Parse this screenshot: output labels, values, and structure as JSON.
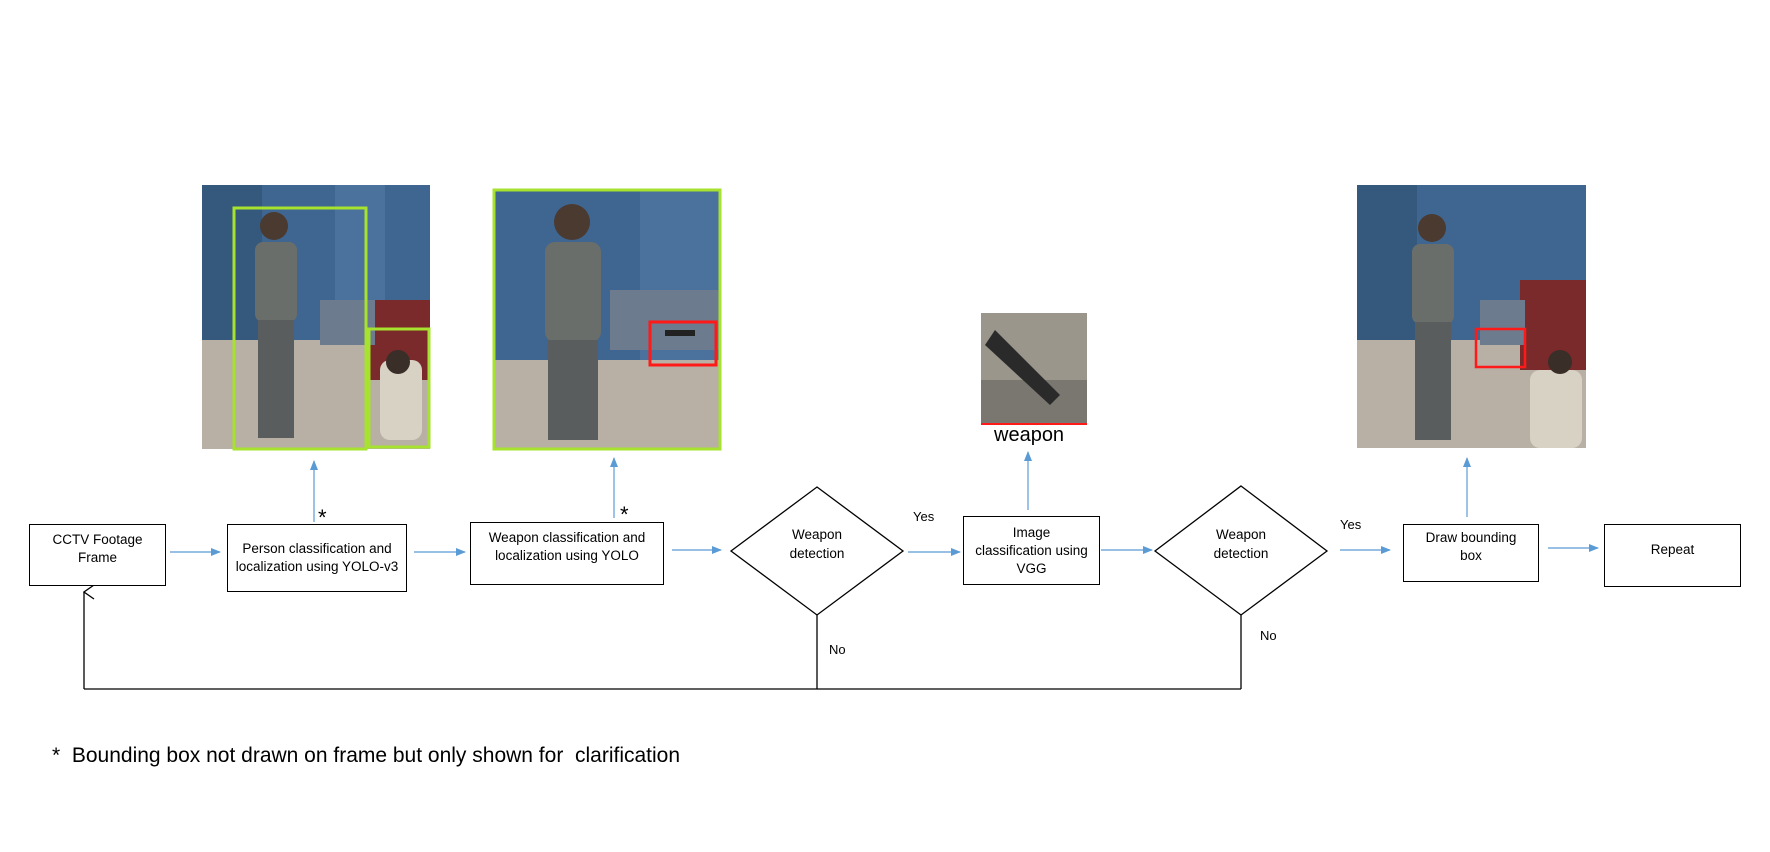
{
  "nodes": {
    "cctv": "CCTV Footage\nFrame",
    "person": "Person classification and\nlocalization using YOLO-v3",
    "weapon_cls": "Weapon classification and\nlocalization using YOLO",
    "decision1": "Weapon\ndetection",
    "vgg": "Image\nclassification using\nVGG",
    "decision2": "Weapon\ndetection",
    "draw": "Draw bounding\nbox",
    "repeat": "Repeat"
  },
  "edges": {
    "yes1": "Yes",
    "yes2": "Yes",
    "no1": "No",
    "no2": "No"
  },
  "markers": {
    "star1": "*",
    "star2": "*"
  },
  "images": {
    "crop_label": "weapon"
  },
  "footnote": "*  Bounding box not drawn on frame but only shown for  clarification",
  "colors": {
    "arrow": "#5b9bd5",
    "person_box": "#a6e22e",
    "weapon_box": "#ff1a1a",
    "curtain": "#3f6690",
    "floor": "#b8b0a4"
  }
}
